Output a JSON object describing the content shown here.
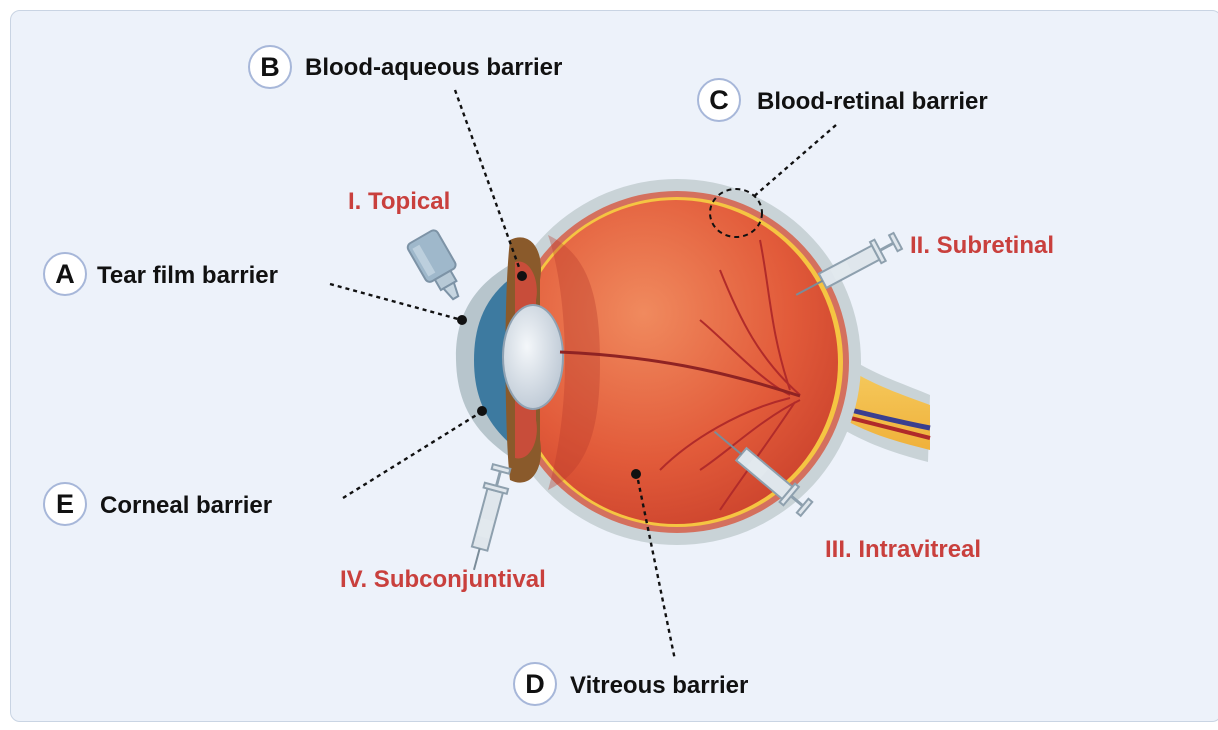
{
  "barriers": {
    "a": {
      "letter": "A",
      "label": "Tear film barrier"
    },
    "b": {
      "letter": "B",
      "label": "Blood-aqueous barrier"
    },
    "c": {
      "letter": "C",
      "label": "Blood-retinal barrier"
    },
    "d": {
      "letter": "D",
      "label": "Vitreous barrier"
    },
    "e": {
      "letter": "E",
      "label": "Corneal barrier"
    }
  },
  "routes": {
    "topical": "I. Topical",
    "subretinal": "II. Subretinal",
    "intravitreal": "III. Intravitreal",
    "subconjunctival": "IV. Subconjuntival"
  },
  "colors": {
    "background": "#edf2fa",
    "route_text": "#c9403d",
    "badge_border": "#a7b7d9",
    "sclera": "#c9d3d7",
    "vitreous": "#e0583a",
    "retina_yellow": "#f5c542",
    "cornea_blue": "#3d7aa0"
  },
  "icons": [
    "eye-drop-bottle-icon",
    "syringe-icon"
  ]
}
